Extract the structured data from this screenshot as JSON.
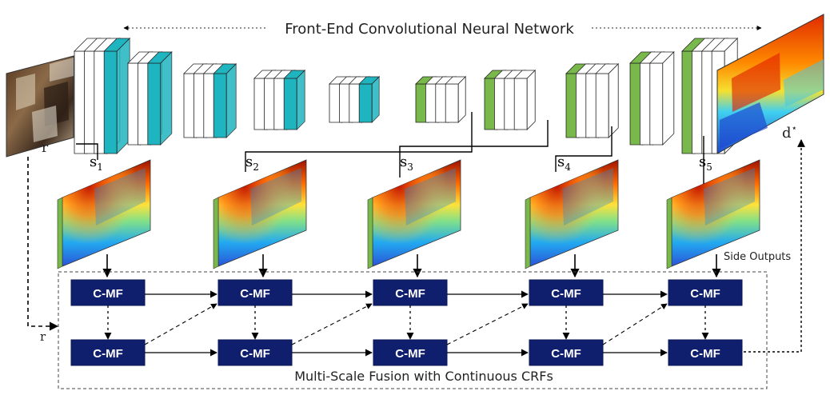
{
  "title": "Front-End Convolutional Neural Network",
  "input": {
    "label": "r",
    "label_bottom": "r"
  },
  "output": {
    "label": "d",
    "superscript": "⋆"
  },
  "side_outputs": {
    "caption": "Side Outputs",
    "items": [
      {
        "name": "s",
        "sub": "1"
      },
      {
        "name": "s",
        "sub": "2"
      },
      {
        "name": "s",
        "sub": "3"
      },
      {
        "name": "s",
        "sub": "4"
      },
      {
        "name": "s",
        "sub": "5"
      }
    ]
  },
  "fusion": {
    "caption": "Multi-Scale Fusion with Continuous CRFs",
    "block_label": "C-MF",
    "columns": 5,
    "rows": 2
  },
  "colors": {
    "encoder_accent": "#1fb5c0",
    "decoder_accent": "#79b84a",
    "cmf_fill": "#0f1f6e",
    "cmf_text": "#ffffff",
    "arrow": "#000000"
  }
}
